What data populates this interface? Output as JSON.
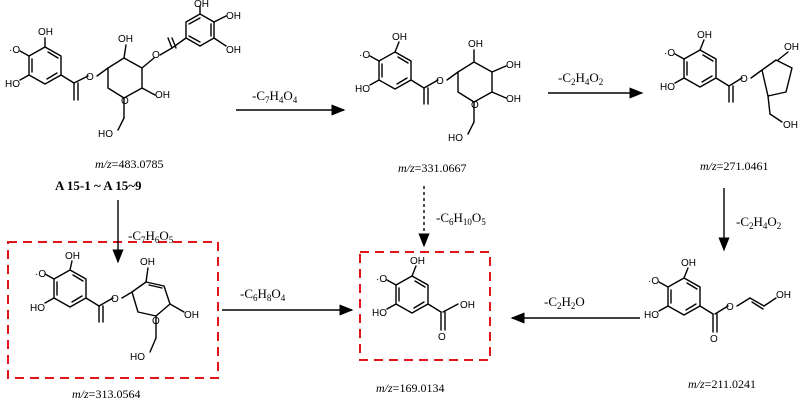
{
  "compounds": {
    "c1": {
      "mz_label": "m/z",
      "mz_value": "=483.0785",
      "caption": "A 15-1 ~ A 15~9"
    },
    "c2": {
      "mz_label": "m/z",
      "mz_value": "=331.0667"
    },
    "c3": {
      "mz_label": "m/z",
      "mz_value": "=271.0461"
    },
    "c4": {
      "mz_label": "m/z",
      "mz_value": "=313.0564"
    },
    "c5": {
      "mz_label": "m/z",
      "mz_value": "=169.0134"
    },
    "c6": {
      "mz_label": "m/z",
      "mz_value": "=211.0241"
    }
  },
  "losses": {
    "l1": {
      "base": "-C",
      "n1": "7",
      "mid": "H",
      "n2": "4",
      "mid2": "O",
      "n3": "4"
    },
    "l2": {
      "base": "-C",
      "n1": "2",
      "mid": "H",
      "n2": "4",
      "mid2": "O",
      "n3": "2"
    },
    "l3": {
      "base": "-C",
      "n1": "2",
      "mid": "H",
      "n2": "4",
      "mid2": "O",
      "n3": "2"
    },
    "l4": {
      "base": "-C",
      "n1": "7",
      "mid": "H",
      "n2": "6",
      "mid2": "O",
      "n3": "5"
    },
    "l5": {
      "base": "-C",
      "n1": "6",
      "mid": "H",
      "n2": "8",
      "mid2": "O",
      "n3": "4"
    },
    "l6": {
      "base": "-C",
      "n1": "6",
      "mid": "H",
      "n2": "10",
      "mid2": "O",
      "n3": "5"
    },
    "l7": {
      "base": "-C",
      "n1": "2",
      "mid": "H",
      "n2": "2",
      "mid2": "O",
      "n3": ""
    }
  },
  "atoms": {
    "oh": "OH",
    "ho": "HO",
    "o_radical": "·O",
    "o": "O"
  },
  "highlight_color": "#e0161b"
}
